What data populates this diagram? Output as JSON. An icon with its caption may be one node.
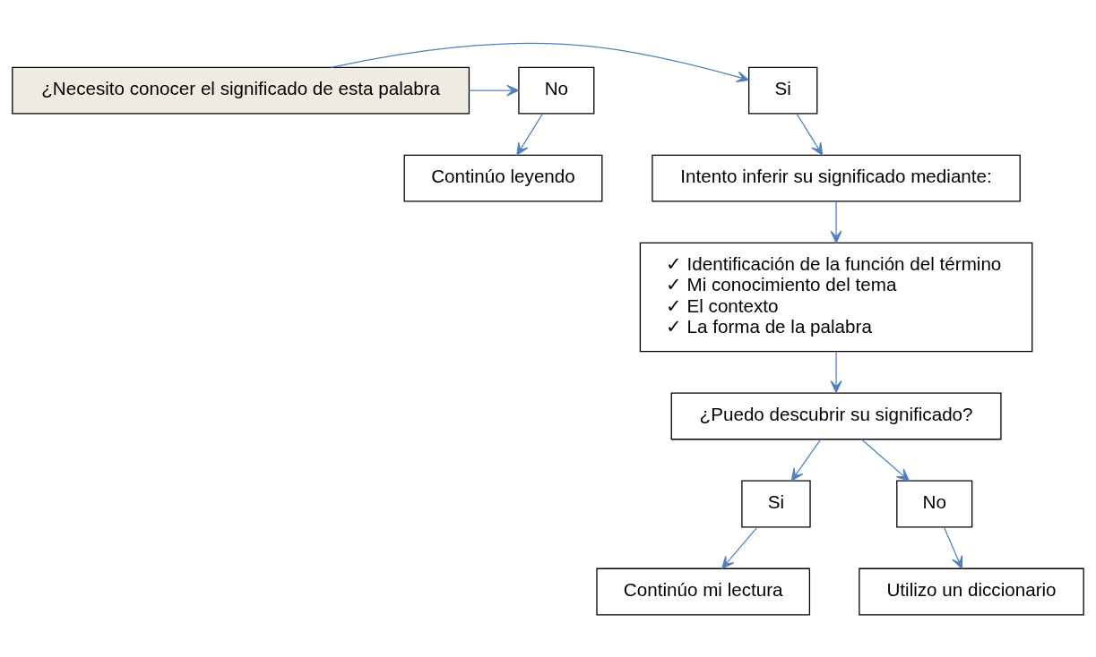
{
  "diagram": {
    "nodes": [
      {
        "text": [
          "¿Necesito conocer el significado de esta palabra"
        ]
      },
      {
        "text": [
          "Si"
        ]
      },
      {
        "text": [
          "No"
        ]
      },
      {
        "text": [
          "Intento inferir su significado mediante:"
        ]
      },
      {
        "text": [
          "Continúo leyendo"
        ]
      },
      {
        "text": [
          "✓ Identificación de la función del término",
          "✓ Mi conocimiento del tema",
          "✓ El contexto",
          "✓ La forma de la palabra"
        ]
      },
      {
        "text": [
          "¿Puedo descubrir su significado?"
        ]
      },
      {
        "text": [
          "Si"
        ]
      },
      {
        "text": [
          "No"
        ]
      },
      {
        "text": [
          "Continúo mi lectura"
        ]
      },
      {
        "text": [
          "Utilizo un diccionario"
        ]
      }
    ],
    "edges": [
      {
        "from": 0,
        "to": 1,
        "arrow": "to"
      },
      {
        "from": 0,
        "to": 2,
        "arrow": "to"
      },
      {
        "from": 1,
        "to": 3,
        "arrow": "to"
      },
      {
        "from": 2,
        "to": 4,
        "arrow": "to"
      },
      {
        "from": 3,
        "to": 5,
        "arrow": "to"
      },
      {
        "from": 5,
        "to": 6,
        "arrow": "to"
      },
      {
        "from": 6,
        "to": 7,
        "arrow": "to"
      },
      {
        "from": 6,
        "to": 8,
        "arrow": "to"
      },
      {
        "from": 7,
        "to": 9,
        "arrow": "to"
      },
      {
        "from": 8,
        "to": 10,
        "arrow": "to"
      }
    ]
  }
}
